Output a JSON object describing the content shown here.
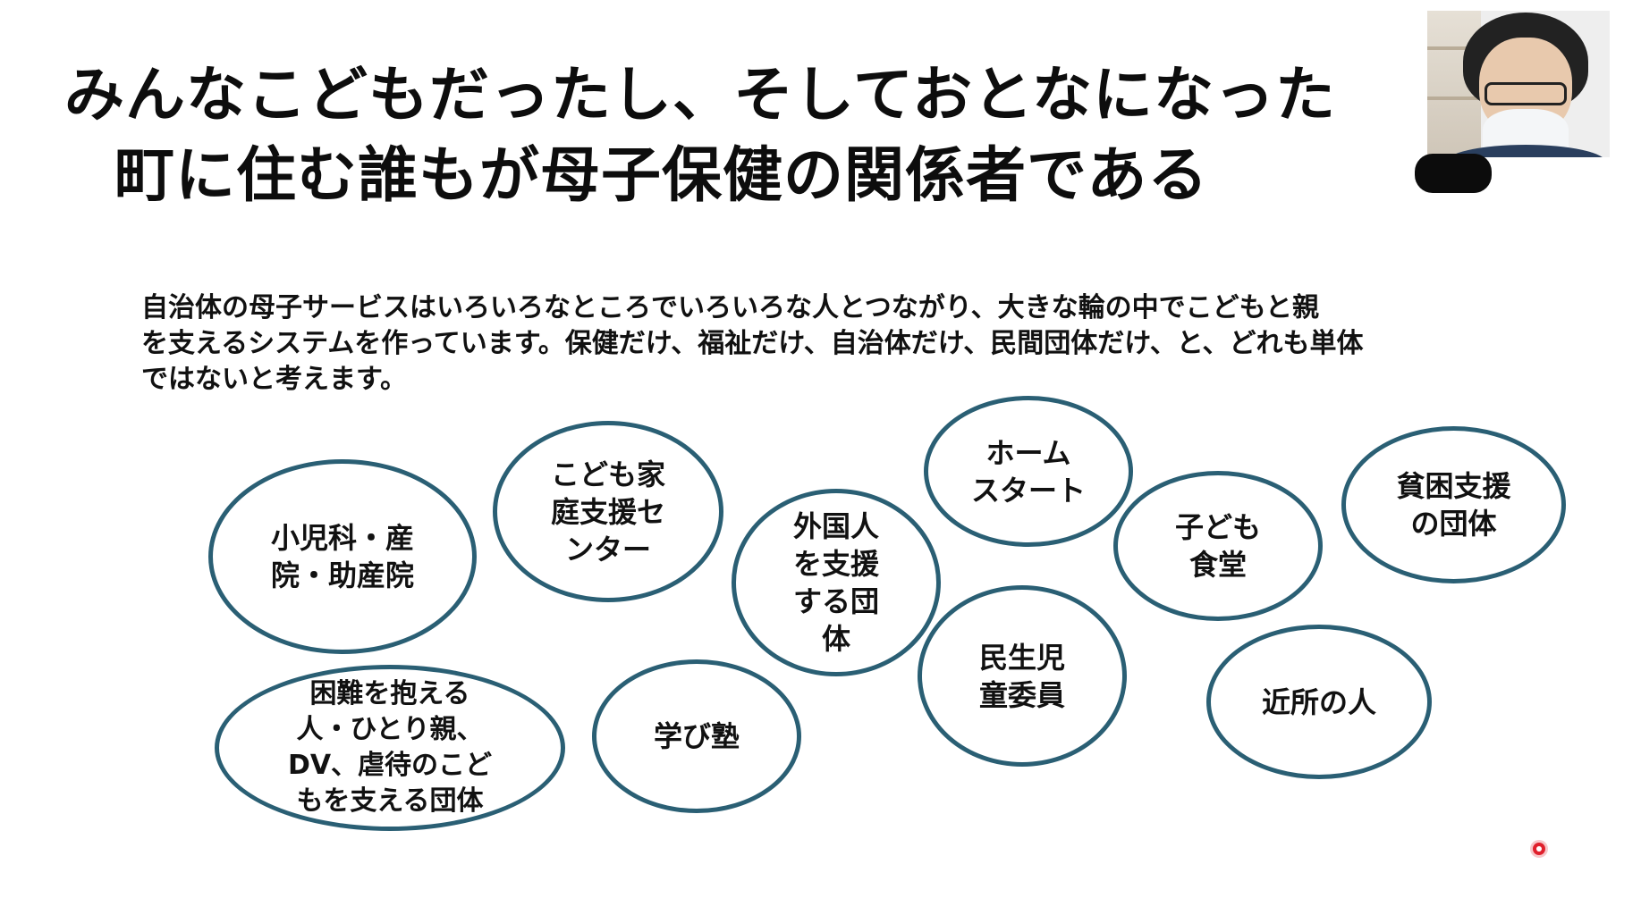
{
  "slide": {
    "title_lines": [
      "みんなこどもだったし、そしておとなになった",
      "町に住む誰もが母子保健の関係者である"
    ],
    "body_lines": [
      "自治体の母子サービスはいろいろなところでいろいろな人とつながり、大きな輪の中でこどもと親",
      "を支えるシステムを作っています。保健だけ、福祉だけ、自治体だけ、民間団体だけ、と、どれも単体",
      "ではないと考えます。"
    ],
    "bubbles": [
      "小児科・産\n院・助産院",
      "こども家\n庭支援セ\nンター",
      "外国人\nを支援\nする団\n体",
      "ホーム\nスタート",
      "子ども\n食堂",
      "貧困支援\nの団体",
      "困難を抱える\n人・ひとり親、\nDV、虐待のこど\nもを支える団体",
      "学び塾",
      "民生児\n童委員",
      "近所の人"
    ]
  },
  "colors": {
    "bubble_border": "#2a5f74",
    "title_text": "#0d0d0d",
    "pointer": "#e0202c"
  },
  "icons": {
    "pointer": "laser-pointer-icon"
  }
}
